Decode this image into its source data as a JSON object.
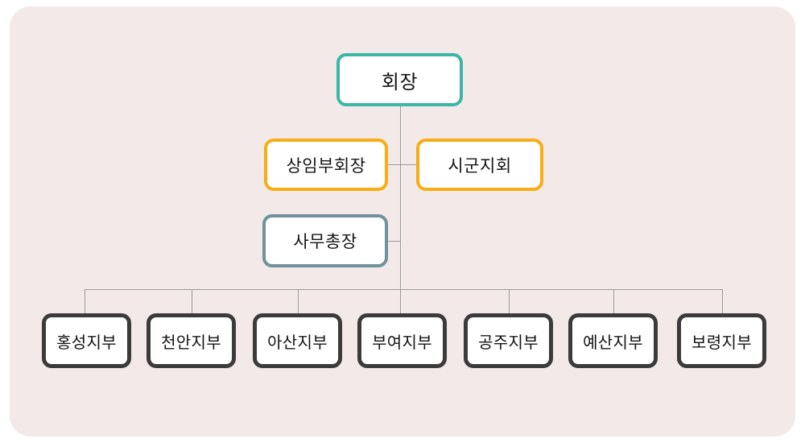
{
  "diagram": {
    "type": "org-chart",
    "panel_background": "#f2e9e8",
    "line_color": "#9b9b9b",
    "nodes": {
      "chairman": {
        "label": "회장",
        "border_color": "#3cb7a5"
      },
      "executive_vice_chairman": {
        "label": "상임부회장",
        "border_color": "#f9ad14"
      },
      "city_county_council": {
        "label": "시군지회",
        "border_color": "#f9ad14"
      },
      "secretary_general": {
        "label": "사무총장",
        "border_color": "#6f929b"
      }
    },
    "branches": [
      {
        "label": "홍성지부"
      },
      {
        "label": "천안지부"
      },
      {
        "label": "아산지부"
      },
      {
        "label": "부여지부"
      },
      {
        "label": "공주지부"
      },
      {
        "label": "예산지부"
      },
      {
        "label": "보령지부"
      }
    ],
    "branch_border_color": "#3b3b3b"
  }
}
